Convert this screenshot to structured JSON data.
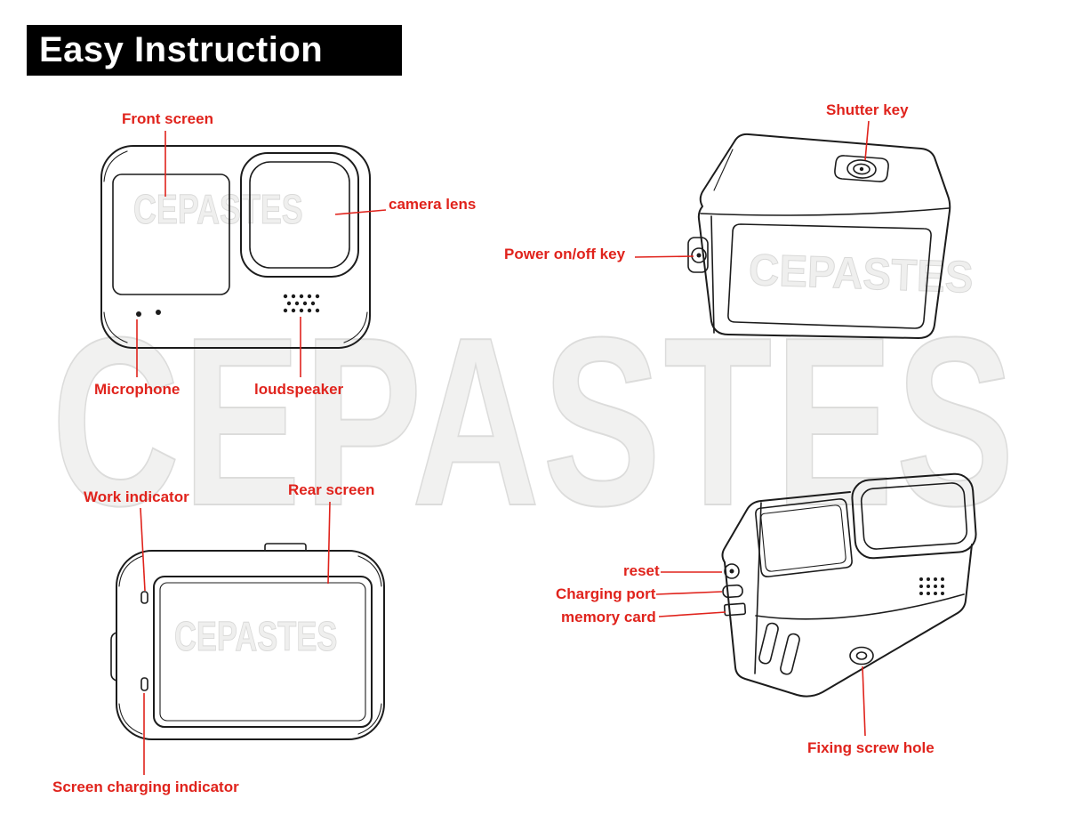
{
  "header": {
    "title": "Easy Instruction"
  },
  "watermark": {
    "text": "CEPASTES"
  },
  "views": {
    "front": {
      "labels": {
        "front_screen": "Front screen",
        "camera_lens": "camera lens",
        "microphone": "Microphone",
        "loudspeaker": "loudspeaker"
      }
    },
    "top_side": {
      "labels": {
        "shutter_key": "Shutter key",
        "power_on_off_key": "Power on/off key"
      }
    },
    "rear": {
      "labels": {
        "work_indicator": "Work indicator",
        "rear_screen": "Rear screen",
        "screen_charging_indicator": "Screen charging indicator"
      }
    },
    "bottom_side": {
      "labels": {
        "reset": "reset",
        "charging_port": "Charging port",
        "memory_card": "memory card",
        "fixing_screw_hole": "Fixing screw hole"
      }
    }
  },
  "colors": {
    "banner_bg": "#000000",
    "banner_text": "#ffffff",
    "label_red": "#e0231c",
    "line_color": "#1c1c1c",
    "watermark_gray": "#e8e8e7"
  }
}
